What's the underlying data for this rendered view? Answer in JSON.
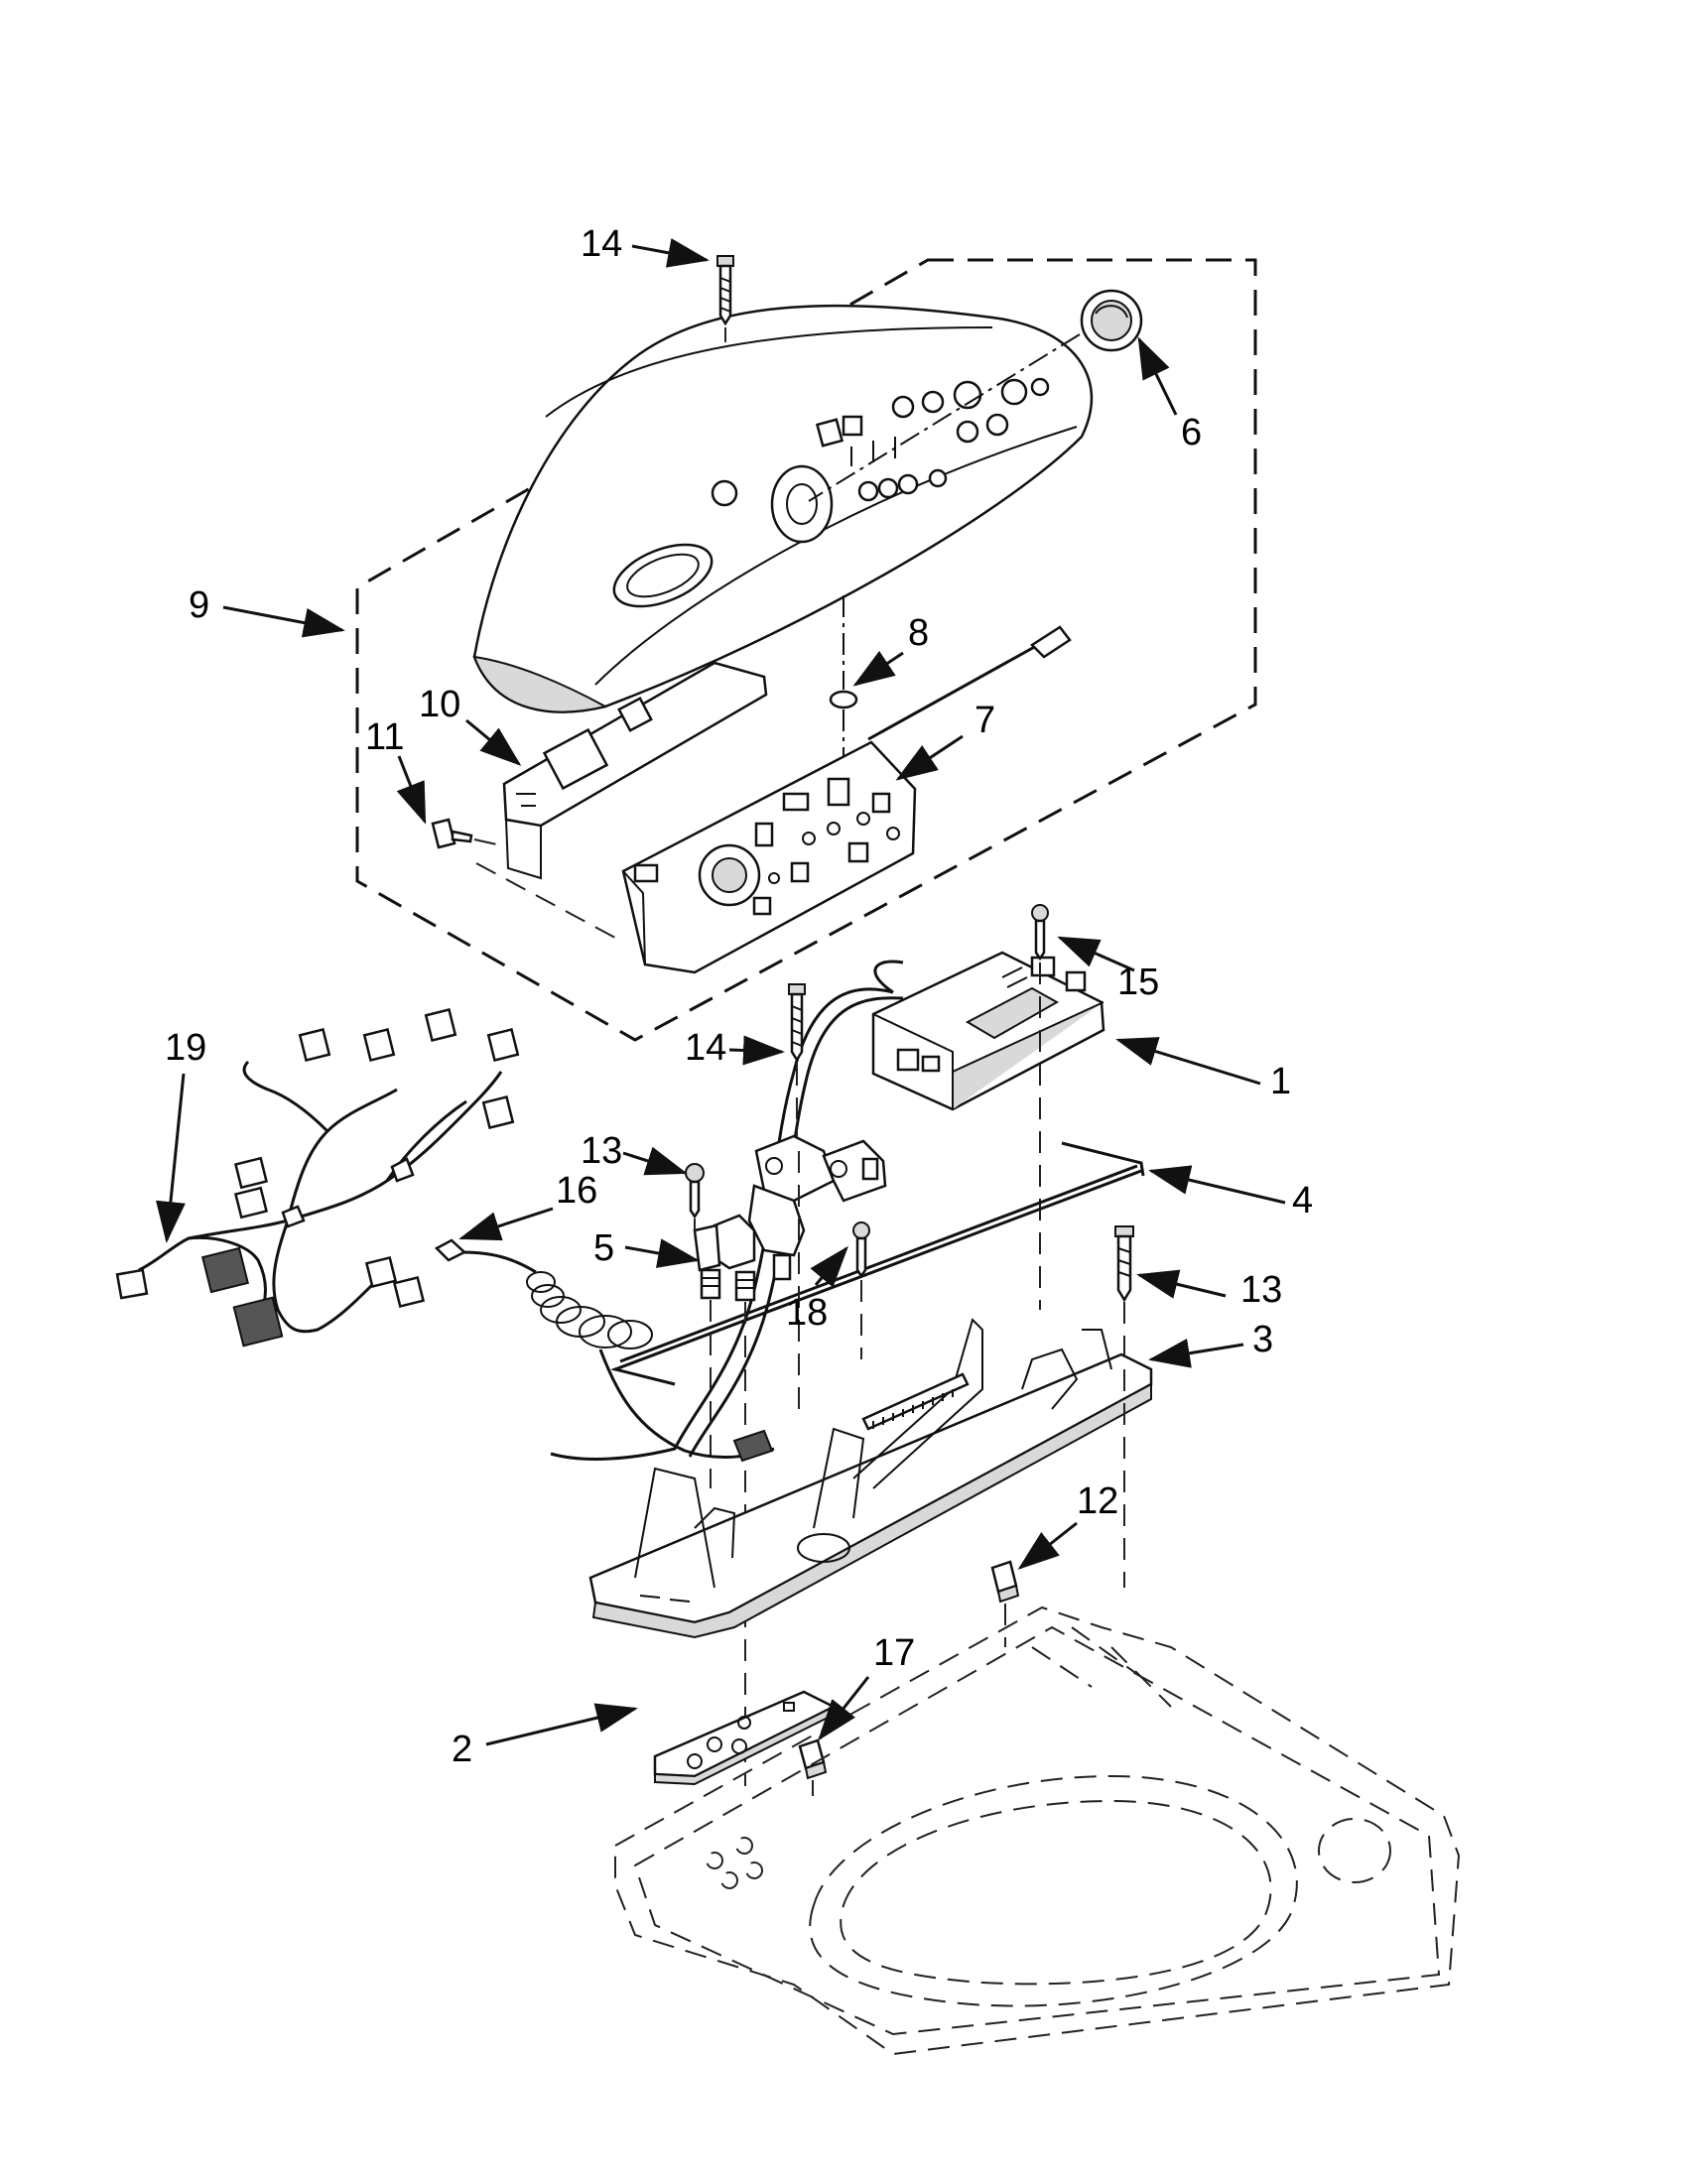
{
  "callouts": {
    "c1": "1",
    "c2": "2",
    "c3": "3",
    "c4": "4",
    "c5": "5",
    "c6": "6",
    "c7": "7",
    "c8": "8",
    "c9": "9",
    "c10": "10",
    "c11": "11",
    "c12": "12",
    "c13a": "13",
    "c13b": "13",
    "c14a": "14",
    "c14b": "14",
    "c15": "15",
    "c16": "16",
    "c17": "17",
    "c18": "18",
    "c19": "19"
  },
  "colors": {
    "line": "#111111",
    "background": "#ffffff"
  }
}
